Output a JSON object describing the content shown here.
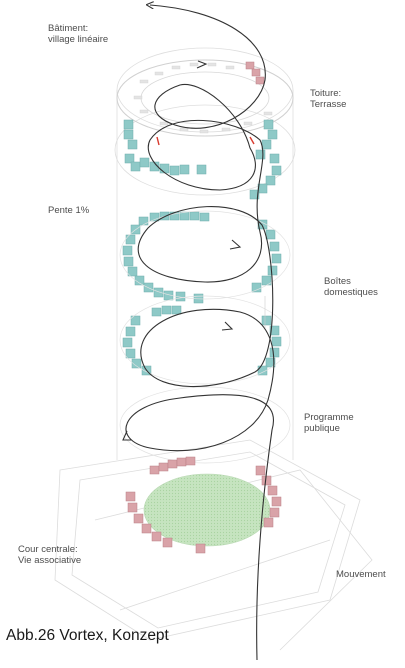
{
  "labels": {
    "batiment": [
      "Bâtiment:",
      "village linéaire"
    ],
    "toiture": [
      "Toiture:",
      "Terrasse"
    ],
    "pente": [
      "Pente 1%"
    ],
    "boites": [
      "Boîtes",
      "domestiques"
    ],
    "programme": [
      "Programme",
      "publique"
    ],
    "cour": [
      "Cour centrale:",
      "Vie associative"
    ],
    "mouvement": [
      "Mouvement"
    ]
  },
  "caption": "Abb.26  Vortex, Konzept",
  "colors": {
    "teal": "#8ec9c7",
    "teal_dark": "#6faeac",
    "pink": "#d9a3a8",
    "green": "#bfe0b8",
    "red_mark": "#d83a2e",
    "spiral": "#333333",
    "ghost": "#d4d4d4"
  }
}
